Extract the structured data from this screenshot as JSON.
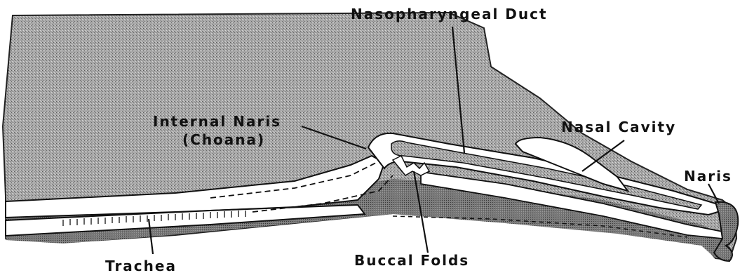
{
  "labels": {
    "nasopharyngeal_duct": "Nasopharyngeal Duct",
    "internal_naris": "Internal Naris",
    "choana": "(Choana)",
    "nasal_cavity": "Nasal Cavity",
    "naris": "Naris",
    "trachea": "Trachea",
    "buccal_folds": "Buccal Folds"
  },
  "colors": {
    "tissue": "#9a9a9a",
    "tissue_dark": "#6e6e6e",
    "cavity": "#ffffff",
    "ink": "#111111"
  }
}
